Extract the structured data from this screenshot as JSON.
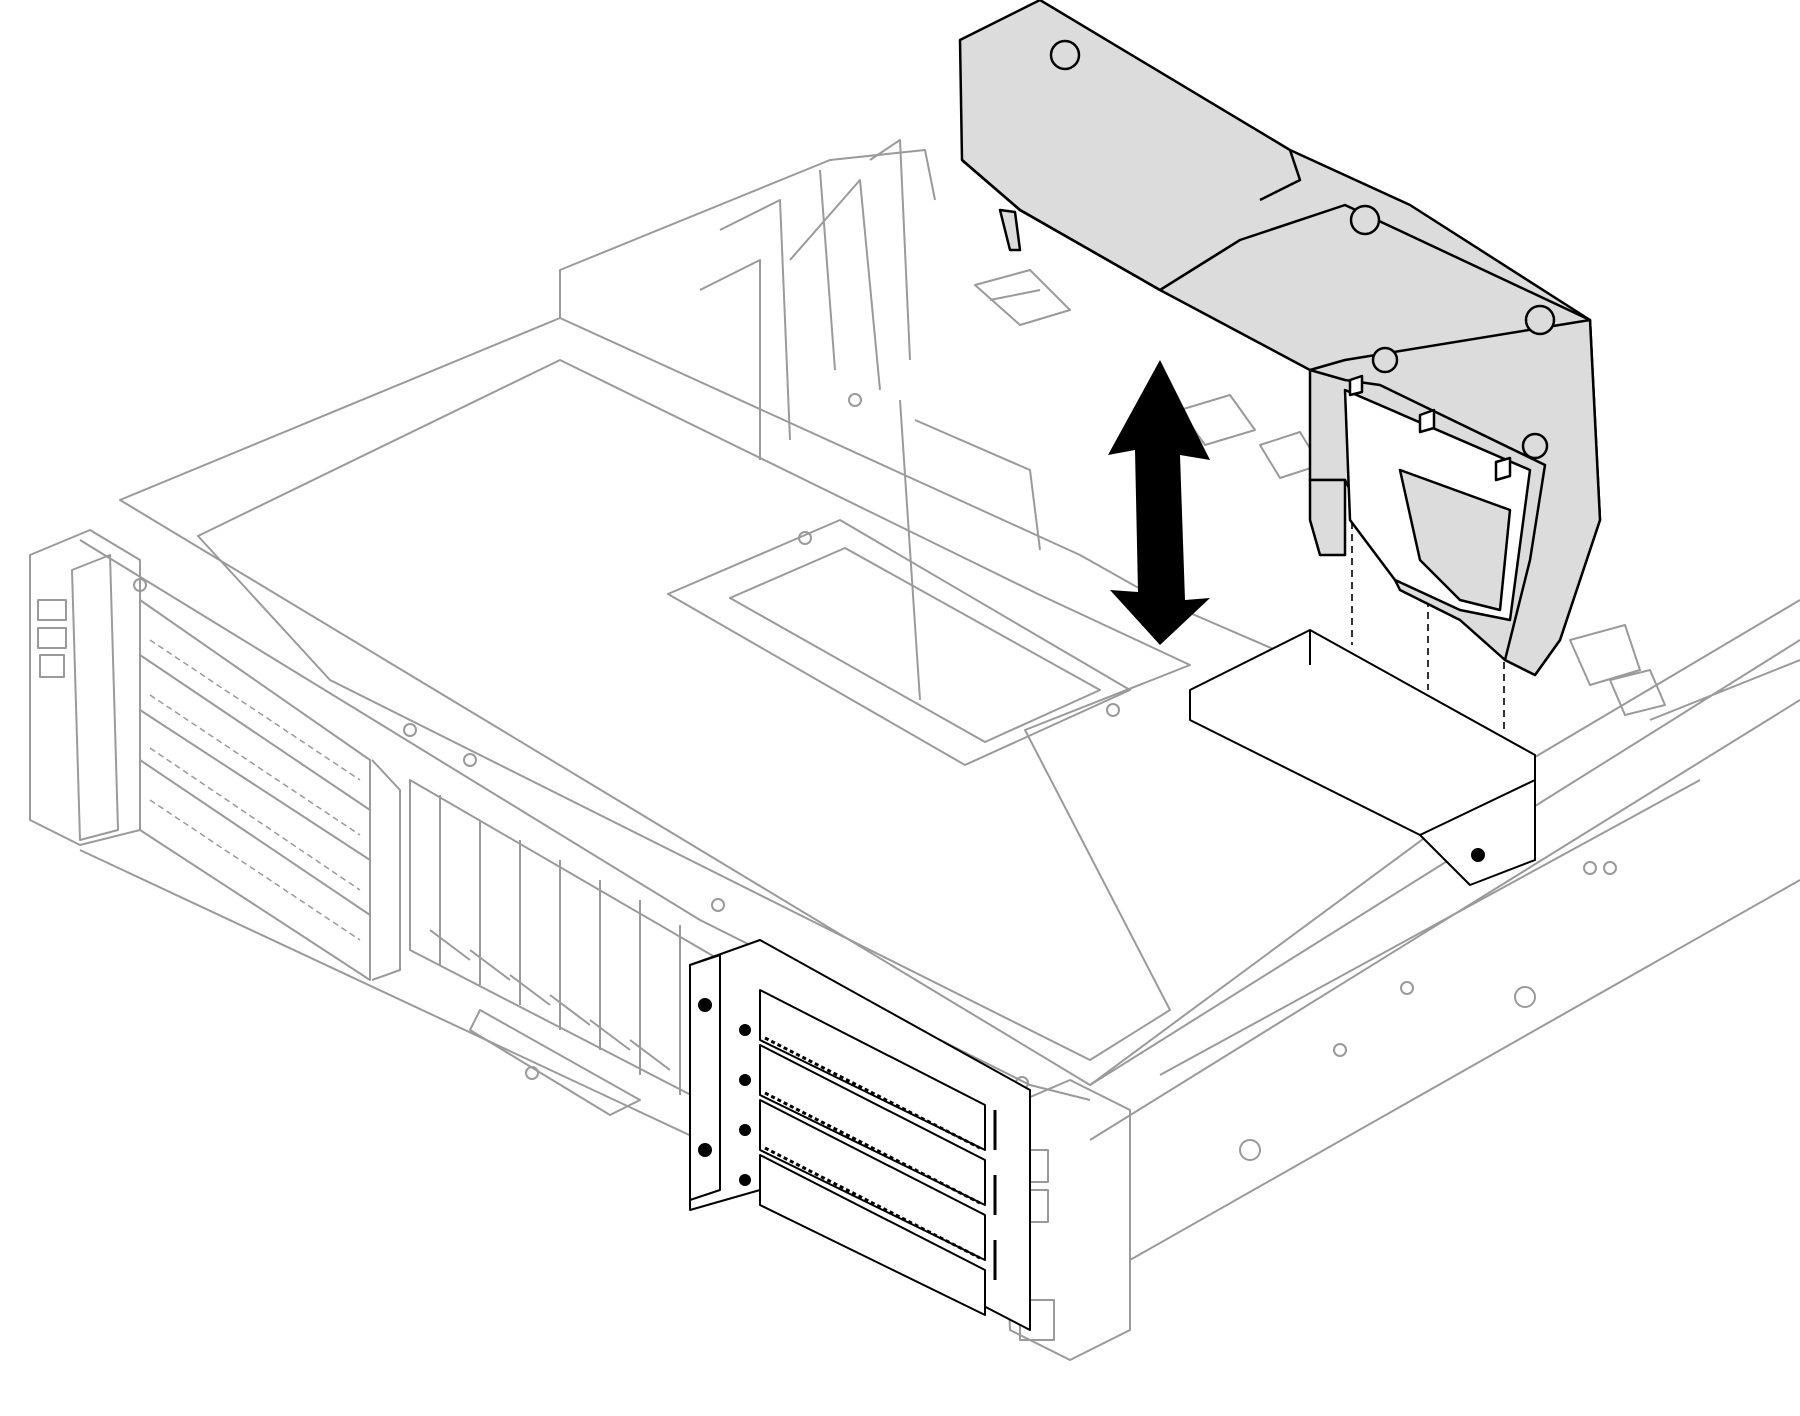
{
  "figure": {
    "kind": "line-art installation illustration",
    "text_labels": [],
    "colors": {
      "background": "#ffffff",
      "outline_light": "#9a9a9a",
      "outline_dark": "#000000",
      "highlight_fill": "#dcdcdc",
      "arrow": "#000000"
    },
    "parts": {
      "server_chassis": "server-chassis",
      "air_baffle": "air-baffle",
      "direction_arrow": "double-headed-vertical-arrow",
      "alignment_guides": "dashed-alignment-lines",
      "front_bays_highlighted": "front-drive-bays",
      "front_bays_left": "front-drive-bays"
    },
    "arrow_direction": "up-down"
  }
}
